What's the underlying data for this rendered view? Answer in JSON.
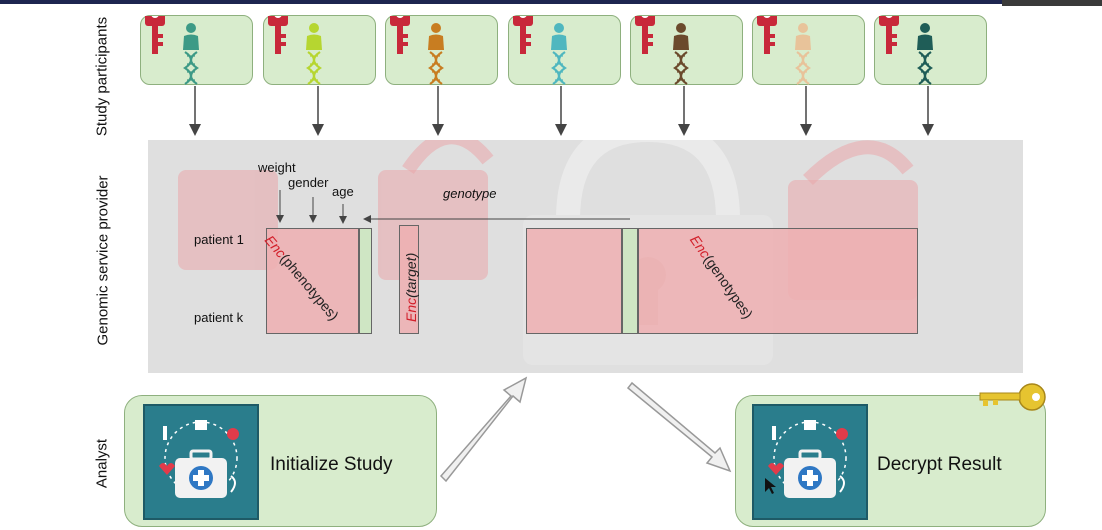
{
  "rows": {
    "participants": "Study participants",
    "provider": "Genomic service provider",
    "analyst": "Analyst"
  },
  "provider": {
    "columns": [
      "weight",
      "gender",
      "age"
    ],
    "patient_first": "patient 1",
    "patient_last": "patient k",
    "genotype_label": "genotype",
    "phenotypes": {
      "enc": "Enc",
      "rest": "(phenotypes)"
    },
    "target": {
      "enc": "Enc",
      "rest": "(target)"
    },
    "genotypes": {
      "enc": "Enc",
      "rest": "(genotypes)"
    }
  },
  "analyst": {
    "left_action": "Initialize Study",
    "right_action": "Decrypt Result"
  },
  "participants": [
    {
      "color": "#3d9a86"
    },
    {
      "color": "#b6d630"
    },
    {
      "color": "#c87d21"
    },
    {
      "color": "#4fb7bf"
    },
    {
      "color": "#6b4a2c"
    },
    {
      "color": "#e8c39a"
    },
    {
      "color": "#1f5d57"
    }
  ],
  "colors": {
    "participant_box": "#d8eccd",
    "key_red": "#c8283a",
    "encrypted_block": "#efafb2",
    "teal": "#2a7d8c",
    "gold_key": "#e6c430"
  }
}
